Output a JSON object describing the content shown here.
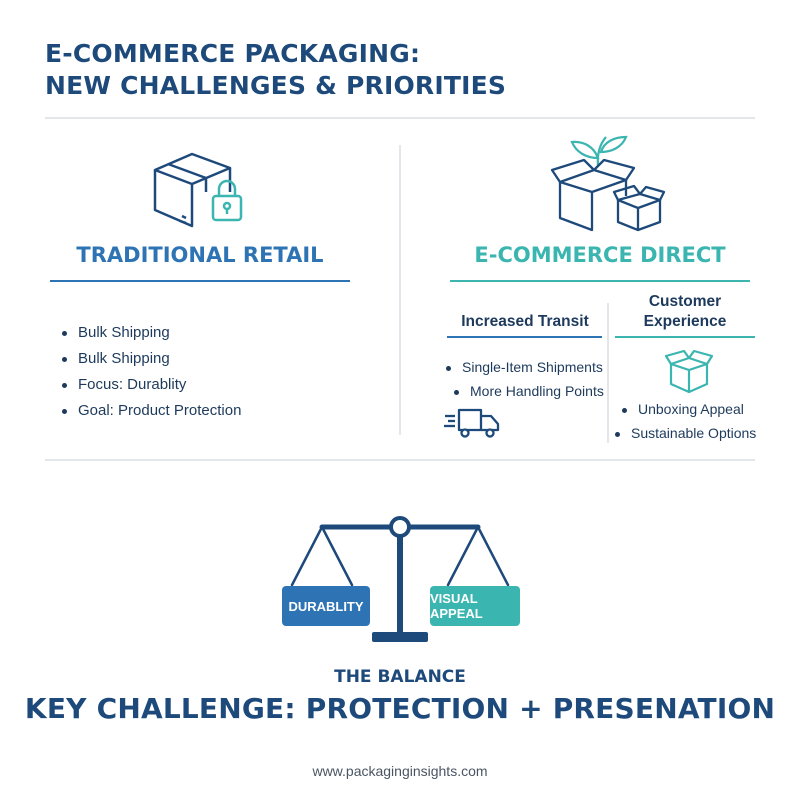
{
  "header": {
    "title_line1": "E-COMMERCE PACKAGING:",
    "title_line2": "NEW CHALLENGES & PRIORITIES"
  },
  "traditional": {
    "heading": "TRADITIONAL RETAIL",
    "icon": "locked-box-icon",
    "bullets": [
      "Bulk Shipping",
      "Bulk Shipping",
      "Focus: Durablity",
      "Goal: Product Protection"
    ]
  },
  "ecommerce": {
    "heading": "E-COMMERCE DIRECT",
    "icon": "sustainable-boxes-icon",
    "transit": {
      "heading": "Increased Transit",
      "bullets": [
        "Single-Item Shipments",
        "More Handling Points"
      ],
      "icon": "delivery-truck-icon"
    },
    "experience": {
      "heading_line1": "Customer",
      "heading_line2": "Experience",
      "bullets": [
        "Unboxing Appeal",
        "Sustainable Options"
      ],
      "icon": "open-box-icon"
    }
  },
  "balance": {
    "icon": "balance-scale-icon",
    "left_label": "DURABLITY",
    "right_label": "VISUAL APPEAL",
    "caption": "THE BALANCE",
    "key_challenge": "KEY CHALLENGE: PROTECTION + PRESENATION"
  },
  "footer": {
    "url": "www.packaginginsights.com"
  },
  "colors": {
    "navy": "#1d4a7b",
    "blue": "#2e74b5",
    "teal": "#3ab5b0",
    "dark_text": "#1d3a5c",
    "divider": "#e3e6ea"
  }
}
